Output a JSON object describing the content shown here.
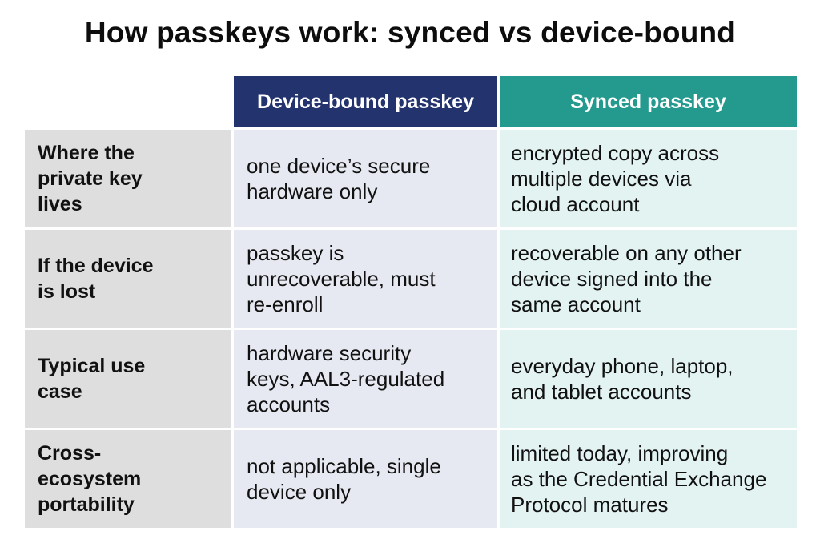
{
  "title": "How passkeys work: synced vs device-bound",
  "columns": {
    "device": "Device-bound passkey",
    "synced": "Synced passkey"
  },
  "rows": [
    {
      "label": "Where the\nprivate key\nlives",
      "device": "one device’s secure\nhardware only",
      "synced": "encrypted copy across\nmultiple devices via\ncloud account"
    },
    {
      "label": "If the device\nis lost",
      "device": "passkey is\nunrecoverable, must\nre-enroll",
      "synced": "recoverable on any other\ndevice signed into the\nsame account"
    },
    {
      "label": "Typical use\ncase",
      "device": "hardware security\nkeys, AAL3-regulated\naccounts",
      "synced": "everyday phone, laptop,\nand tablet accounts"
    },
    {
      "label": "Cross-\necosystem\nportability",
      "device": "not applicable, single\ndevice only",
      "synced": "limited today, improving\nas the Credential Exchange\nProtocol matures"
    }
  ],
  "colors": {
    "device_header": "#23336e",
    "synced_header": "#249a8f",
    "label_bg": "#dedede",
    "device_bg": "#e6e9f1",
    "synced_bg": "#e2f3f1"
  }
}
